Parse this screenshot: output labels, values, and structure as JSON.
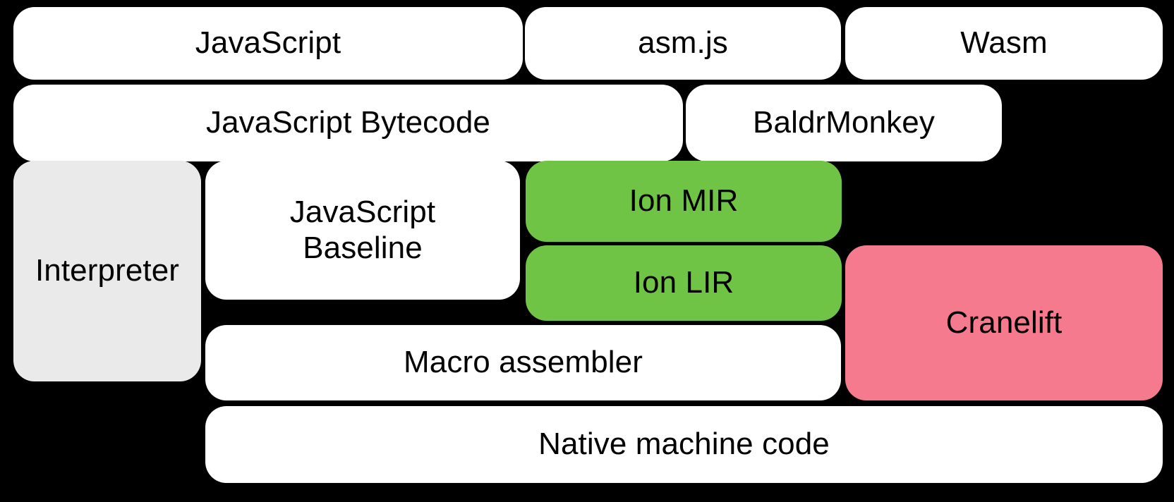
{
  "diagram": {
    "title": "SpiderMonkey execution tiers and compiler pipeline",
    "background_color": "#000000",
    "colors": {
      "white": "#FFFFFF",
      "gray": "#EAEAEA",
      "green": "#6FC345",
      "pink": "#F57A8E",
      "text": "#000000"
    },
    "nodes": {
      "javascript": "JavaScript",
      "asmjs": "asm.js",
      "wasm": "Wasm",
      "js_bytecode": "JavaScript Bytecode",
      "baldrmonkey": "BaldrMonkey",
      "interpreter": "Interpreter",
      "js_baseline": "JavaScript\nBaseline",
      "ion_mir": "Ion MIR",
      "ion_lir": "Ion LIR",
      "cranelift": "Cranelift",
      "macro_assembler": "Macro assembler",
      "native_code": "Native machine code"
    }
  }
}
